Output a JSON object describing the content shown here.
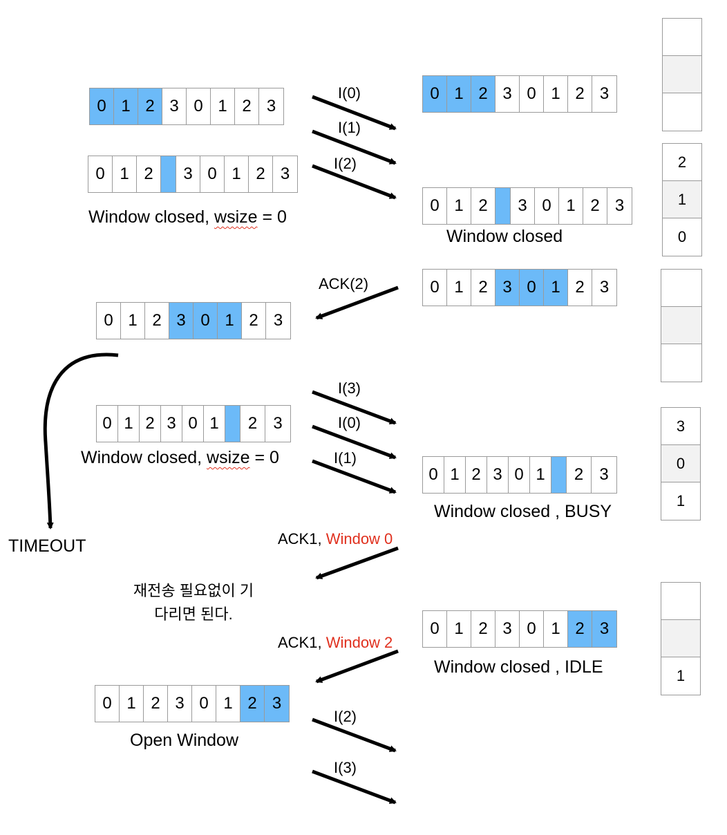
{
  "sender": {
    "bar1": {
      "cells": [
        "0",
        "1",
        "2",
        "3",
        "0",
        "1",
        "2",
        "3"
      ]
    },
    "bar2": {
      "cells": [
        "0",
        "1",
        "2",
        "3",
        "0",
        "1",
        "2",
        "3"
      ]
    },
    "label_closed_1_text": "Window closed, ",
    "label_closed_1_word": "wsize",
    "label_closed_1_tail": " = 0",
    "bar3": {
      "cells": [
        "0",
        "1",
        "2",
        "3",
        "0",
        "1",
        "2",
        "3"
      ]
    },
    "bar4": {
      "cells": [
        "0",
        "1",
        "2",
        "3",
        "0",
        "1",
        "2",
        "3"
      ]
    },
    "label_closed_2_text": "Window closed, ",
    "label_closed_2_word": "wsize",
    "label_closed_2_tail": " = 0",
    "timeout": "TIMEOUT",
    "note_line1": "재전송 필요없이 기",
    "note_line2": "다리면 된다.",
    "bar5": {
      "cells": [
        "0",
        "1",
        "2",
        "3",
        "0",
        "1",
        "2",
        "3"
      ]
    },
    "label_open": "Open Window"
  },
  "receiver": {
    "bar1": {
      "cells": [
        "0",
        "1",
        "2",
        "3",
        "0",
        "1",
        "2",
        "3"
      ]
    },
    "bar2": {
      "cells": [
        "0",
        "1",
        "2",
        "3",
        "0",
        "1",
        "2",
        "3"
      ]
    },
    "label_closed": "Window closed",
    "bar3": {
      "cells": [
        "0",
        "1",
        "2",
        "3",
        "0",
        "1",
        "2",
        "3"
      ]
    },
    "bar4": {
      "cells": [
        "0",
        "1",
        "2",
        "3",
        "0",
        "1",
        "2",
        "3"
      ]
    },
    "label_busy": "Window closed , BUSY",
    "bar5": {
      "cells": [
        "0",
        "1",
        "2",
        "3",
        "0",
        "1",
        "2",
        "3"
      ]
    },
    "label_idle": "Window closed , IDLE"
  },
  "frames": {
    "f1": "I(0)",
    "f2": "I(1)",
    "f3": "I(2)",
    "ack2": "ACK(2)",
    "f4": "I(3)",
    "f5": "I(0)",
    "f6": "I(1)",
    "ack_busy_prefix": "ACK1, ",
    "ack_busy_window": "Window 0",
    "ack_idle_prefix": "ACK1, ",
    "ack_idle_window": "Window 2",
    "f7": "I(2)",
    "f8": "I(3)"
  },
  "buffers": {
    "b1": [
      "",
      "",
      ""
    ],
    "b2": [
      "2",
      "1",
      "0"
    ],
    "b3": [
      "",
      "",
      ""
    ],
    "b4": [
      "3",
      "0",
      "1"
    ],
    "b5": [
      "",
      "",
      "1"
    ]
  },
  "colors": {
    "highlight": "#6cbaf8",
    "accent_red": "#e0301e",
    "buffer_grey": "#f2f2f2"
  }
}
